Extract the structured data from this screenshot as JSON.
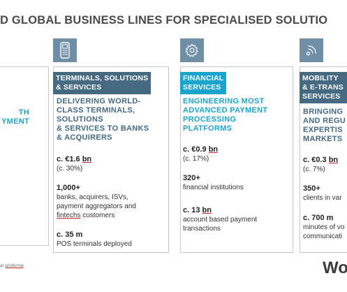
{
  "title": "D GLOBAL BUSINESS LINES FOR SPECIALISED SOLUTIO",
  "col0": {
    "headline": [
      "TH",
      "YMENT"
    ]
  },
  "col1": {
    "icon": "pos-terminal-icon",
    "tab": [
      "TERMINALS, SOLUTIONS",
      "& SERVICES"
    ],
    "headline": [
      "DELIVERING WORLD-",
      "CLASS TERMINALS,",
      "SOLUTIONS",
      "& SERVICES TO BANKS",
      "& ACQUIRERS"
    ],
    "revenue_prefix": "c. €1.6 ",
    "revenue_unit": "bn",
    "revenue_share": "(c. 30%)",
    "clients_value": "1,000+",
    "clients_desc": [
      "banks, acquirers, ISVs,",
      "payment aggregators and"
    ],
    "clients_desc_last_u": "fintechs",
    "clients_desc_last_rest": " customers",
    "volume_value": "c. 35 m",
    "volume_desc": "POS terminals  deployed"
  },
  "col2": {
    "icon": "gear-icon",
    "tab": [
      "FINANCIAL",
      "SERVICES"
    ],
    "headline": [
      "ENGINEERING MOST",
      "ADVANCED PAYMENT",
      "PROCESSING",
      "PLATFORMS"
    ],
    "revenue_prefix": "c. €0.9 ",
    "revenue_unit": "bn",
    "revenue_share": "(c. 17%)",
    "clients_value": "320+",
    "clients_desc": "financial institutions",
    "volume_prefix": "c. 13 ",
    "volume_unit": "bn",
    "volume_desc": [
      "account based payment",
      "transactions"
    ]
  },
  "col3": {
    "icon": "wireless-signal-icon",
    "tab": [
      "MOBILITY",
      "& E-TRANS",
      "SERVICES"
    ],
    "headline": [
      "BRINGING",
      "AND REGU",
      "EXPERTIS",
      "MARKETS"
    ],
    "revenue_prefix": "c. €0.3 ",
    "revenue_unit": "bn",
    "revenue_share": "(c. 7%)",
    "clients_value": "350+",
    "clients_desc": "clients in var",
    "volume_value": "c. 700 m",
    "volume_desc": [
      "minutes of vo",
      "communicati"
    ]
  },
  "footnote_prefix": "ar ",
  "footnote_link": "proforma",
  "logo": "Wo",
  "colors": {
    "dark_tab": "#456a82",
    "teal": "#1aa5cf",
    "icon_bg": "#6f8fa6"
  }
}
